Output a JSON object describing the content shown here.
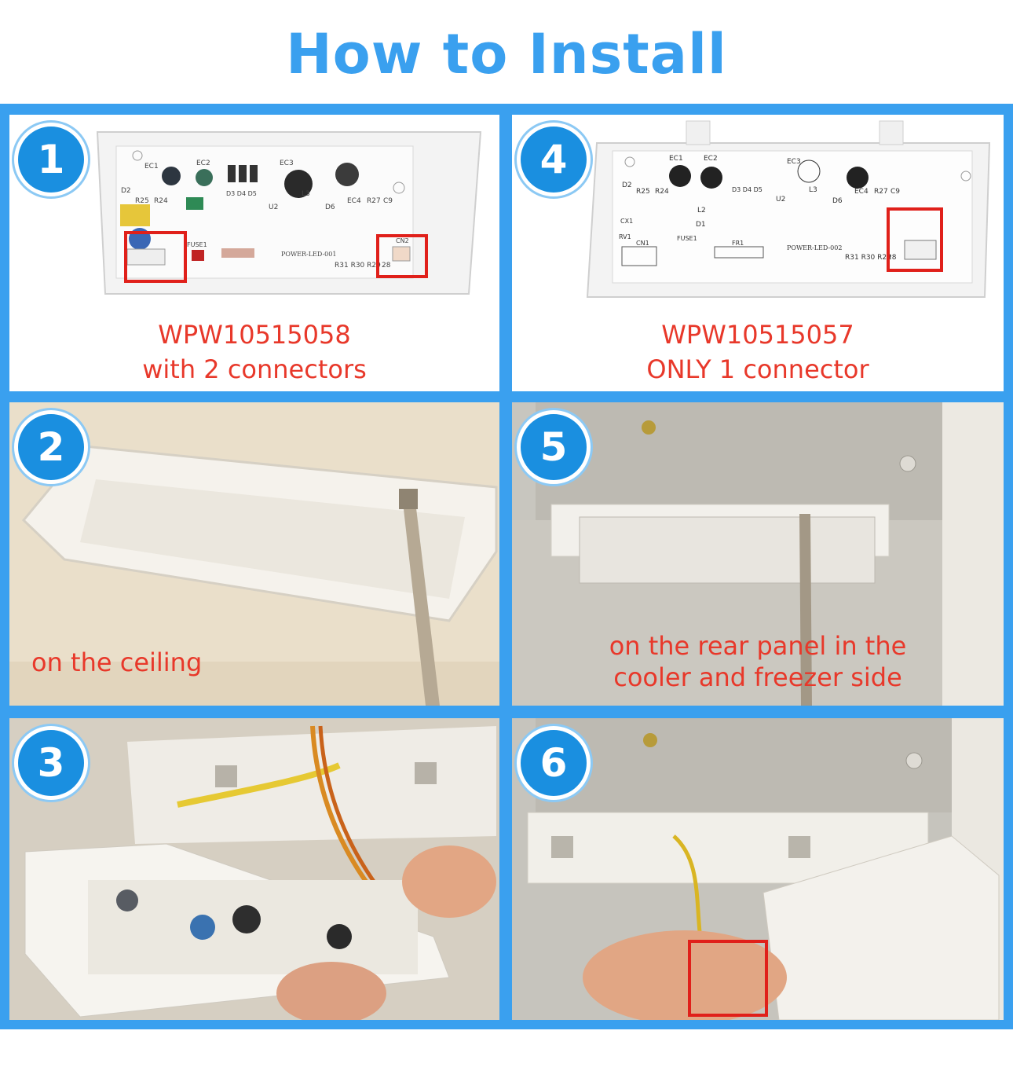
{
  "title": "How to Install",
  "colors": {
    "accent": "#3aa0ef",
    "caption": "#e8382a",
    "highlight": "#e0201a"
  },
  "steps": [
    {
      "number": "1",
      "line1": "WPW10515058",
      "line2": "with 2 connectors"
    },
    {
      "number": "2",
      "line1": "on the ceiling"
    },
    {
      "number": "3"
    },
    {
      "number": "4",
      "line1": "WPW10515057",
      "line2": "ONLY 1 connector"
    },
    {
      "number": "5",
      "line1": "on the rear panel in the",
      "line2": "cooler and freezer side"
    },
    {
      "number": "6"
    }
  ],
  "board_labels": {
    "b1": {
      "ec1": "EC1",
      "ec2": "EC2",
      "ec3": "EC3",
      "r25": "R25",
      "r24": "R24",
      "d2": "D2",
      "u2": "U2",
      "l3": "L3",
      "d6": "D6",
      "ec4": "EC4",
      "r27": "R27",
      "c9": "C9",
      "d3": "D3 D4 D5",
      "fuse": "FUSE1",
      "model": "POWER-LED-001",
      "r31": "R31 R30 R29",
      "r28": "28",
      "cn2": "CN2"
    },
    "b4": {
      "ec1": "EC1",
      "ec2": "EC2",
      "ec3": "EC3",
      "r25": "R25",
      "r24": "R24",
      "d2": "D2",
      "u2": "U2",
      "l3": "L3",
      "d6": "D6",
      "ec4": "EC4",
      "r27": "R27",
      "c9": "C9",
      "d3": "D3 D4 D5",
      "l2": "L2",
      "d1": "D1",
      "cx1": "CX1",
      "rv1": "RV1",
      "cn1": "CN1",
      "fuse": "FUSE1",
      "fr1": "FR1",
      "model": "POWER-LED-002",
      "r31": "R31 R30 R29",
      "r28": "28"
    }
  }
}
